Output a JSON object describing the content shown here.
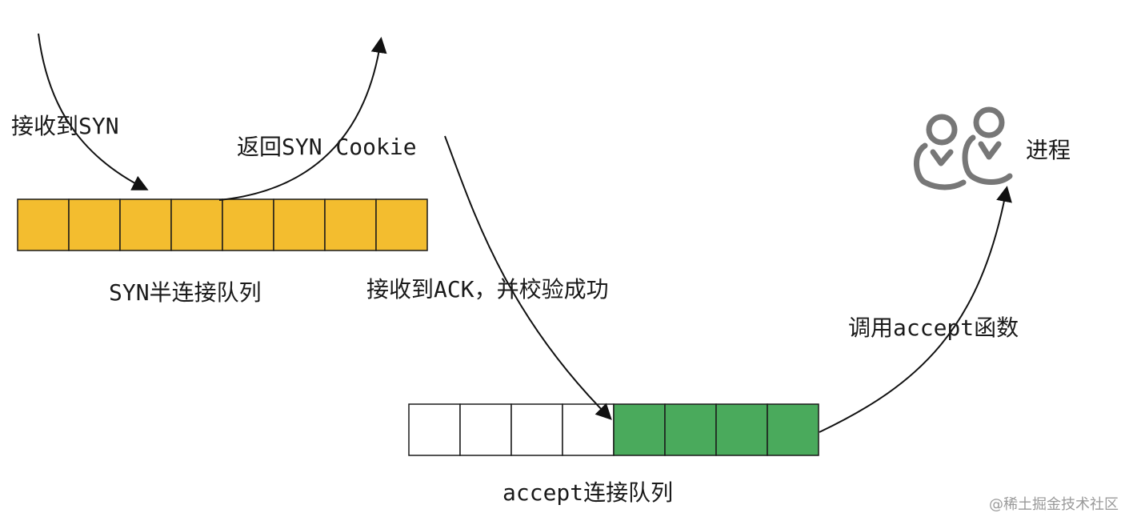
{
  "labels": {
    "recv_syn": "接收到SYN",
    "return_cookie": "返回SYN Cookie",
    "syn_queue": "SYN半连接队列",
    "recv_ack": "接收到ACK，并校验成功",
    "accept_queue": "accept连接队列",
    "call_accept": "调用accept函数",
    "process": "进程"
  },
  "watermark": "@稀土掘金技术社区",
  "syn_queue": {
    "slots": 8,
    "fill_color": "#f3bd2f",
    "stroke_color": "#1a1a1a"
  },
  "accept_queue": {
    "slots": 8,
    "filled_slots": 4,
    "empty_color": "#ffffff",
    "fill_color": "#4aaa5c",
    "stroke_color": "#1a1a1a"
  },
  "colors": {
    "arrow": "#111111",
    "icon": "#777777"
  }
}
